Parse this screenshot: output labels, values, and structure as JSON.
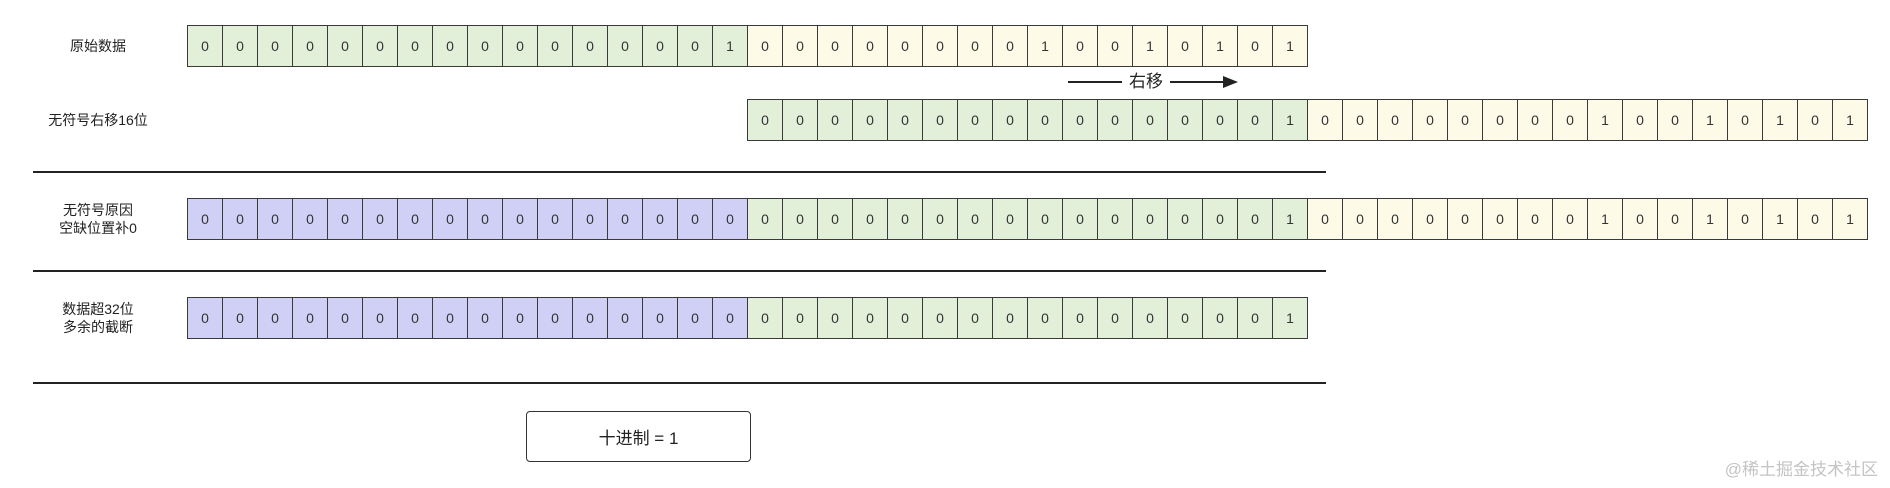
{
  "rows": [
    {
      "label": [
        "原始数据"
      ],
      "segments": [
        {
          "fill": "#e2f0d9",
          "bits": [
            "0",
            "0",
            "0",
            "0",
            "0",
            "0",
            "0",
            "0",
            "0",
            "0",
            "0",
            "0",
            "0",
            "0",
            "0",
            "1"
          ]
        },
        {
          "fill": "#fdfae7",
          "bits": [
            "0",
            "0",
            "0",
            "0",
            "0",
            "0",
            "0",
            "0",
            "1",
            "0",
            "0",
            "1",
            "0",
            "1",
            "0",
            "1"
          ]
        }
      ]
    },
    {
      "label": [
        "无符号右移16位"
      ],
      "segments": [
        {
          "fill": "#e2f0d9",
          "bits": [
            "0",
            "0",
            "0",
            "0",
            "0",
            "0",
            "0",
            "0",
            "0",
            "0",
            "0",
            "0",
            "0",
            "0",
            "0",
            "1"
          ]
        },
        {
          "fill": "#fdfae7",
          "bits": [
            "0",
            "0",
            "0",
            "0",
            "0",
            "0",
            "0",
            "0",
            "1",
            "0",
            "0",
            "1",
            "0",
            "1",
            "0",
            "1"
          ]
        }
      ]
    },
    {
      "label": [
        "无符号原因",
        "空缺位置补0"
      ],
      "segments": [
        {
          "fill": "#d0d0f6",
          "bits": [
            "0",
            "0",
            "0",
            "0",
            "0",
            "0",
            "0",
            "0",
            "0",
            "0",
            "0",
            "0",
            "0",
            "0",
            "0",
            "0"
          ]
        },
        {
          "fill": "#e2f0d9",
          "bits": [
            "0",
            "0",
            "0",
            "0",
            "0",
            "0",
            "0",
            "0",
            "0",
            "0",
            "0",
            "0",
            "0",
            "0",
            "0",
            "1"
          ]
        },
        {
          "fill": "#fdfae7",
          "bits": [
            "0",
            "0",
            "0",
            "0",
            "0",
            "0",
            "0",
            "0",
            "1",
            "0",
            "0",
            "1",
            "0",
            "1",
            "0",
            "1"
          ]
        }
      ]
    },
    {
      "label": [
        "数据超32位",
        "多余的截断"
      ],
      "segments": [
        {
          "fill": "#d0d0f6",
          "bits": [
            "0",
            "0",
            "0",
            "0",
            "0",
            "0",
            "0",
            "0",
            "0",
            "0",
            "0",
            "0",
            "0",
            "0",
            "0",
            "0"
          ]
        },
        {
          "fill": "#e2f0d9",
          "bits": [
            "0",
            "0",
            "0",
            "0",
            "0",
            "0",
            "0",
            "0",
            "0",
            "0",
            "0",
            "0",
            "0",
            "0",
            "0",
            "1"
          ]
        }
      ]
    }
  ],
  "shift_label": "右移",
  "result": "十进制 = 1",
  "watermark": "@稀土掘金技术社区"
}
